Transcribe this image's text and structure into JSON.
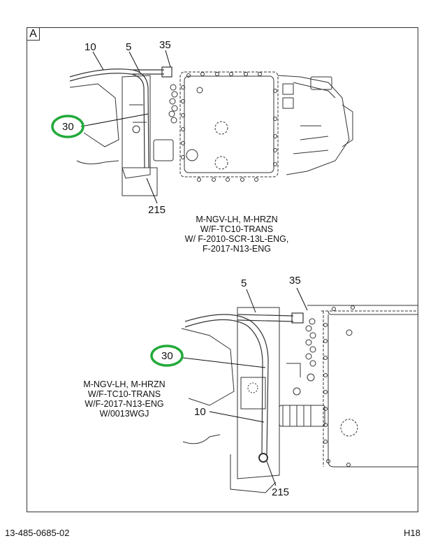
{
  "sheet": {
    "view_label": "A",
    "doc_number": "13-485-0685-02",
    "page_ref": "H18",
    "highlight_color": "#22aa3a"
  },
  "figure_top": {
    "callouts": {
      "c10": "10",
      "c5": "5",
      "c35": "35",
      "c30": "30",
      "c215": "215"
    },
    "highlighted_callout": "30",
    "note_lines": [
      "M-NGV-LH, M-HRZN",
      "W/F-TC10-TRANS",
      "W/ F-2010-SCR-13L-ENG,",
      "F-2017-N13-ENG"
    ]
  },
  "figure_bottom": {
    "callouts": {
      "c5": "5",
      "c35": "35",
      "c30": "30",
      "c10": "10",
      "c215": "215"
    },
    "highlighted_callout": "30",
    "note_lines": [
      "M-NGV-LH, M-HRZN",
      "W/F-TC10-TRANS",
      "W/F-2017-N13-ENG",
      "W/0013WGJ"
    ]
  }
}
